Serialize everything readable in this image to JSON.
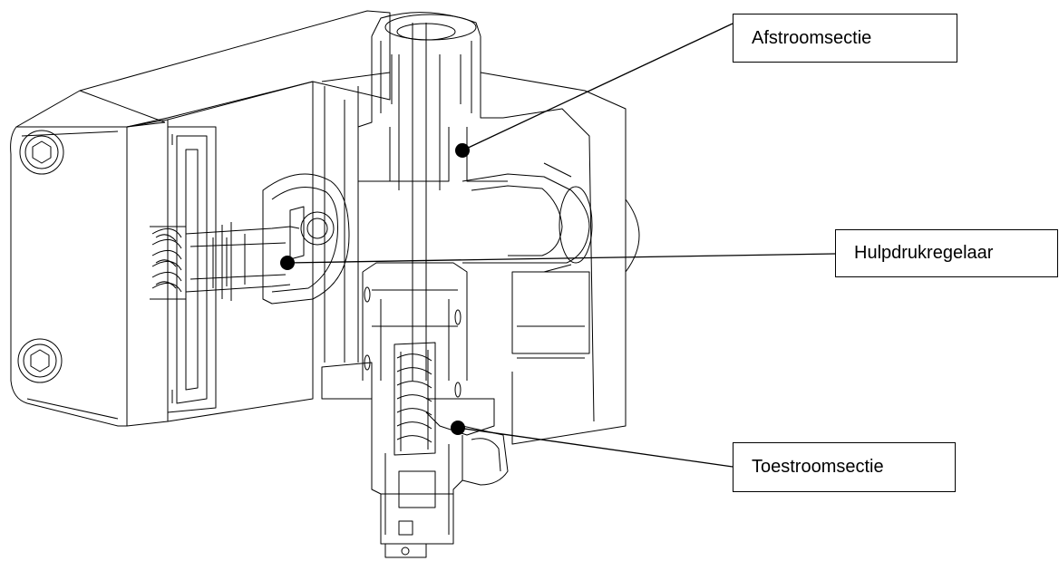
{
  "labels": {
    "afstroomsectie": "Afstroomsectie",
    "hulpdrukregelaar": "Hulpdrukregelaar",
    "toestroomsectie": "Toestroomsectie"
  },
  "colors": {
    "line": "#000000",
    "background": "#ffffff"
  }
}
